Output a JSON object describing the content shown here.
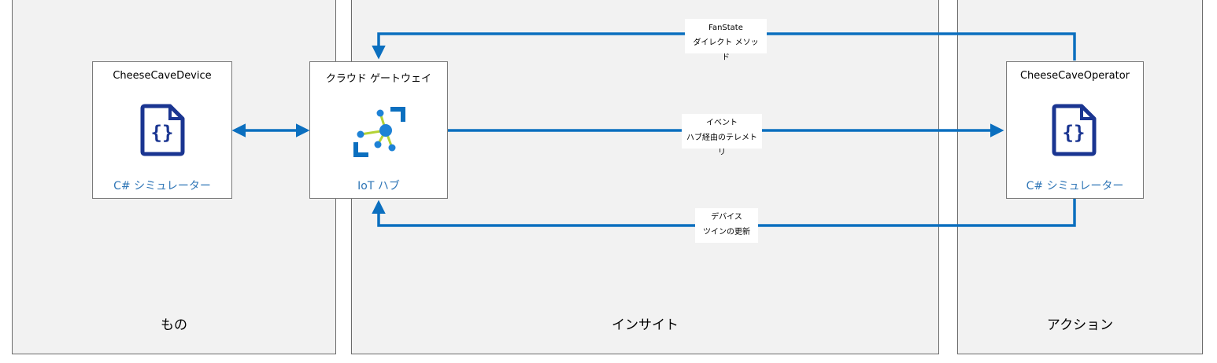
{
  "colors": {
    "arrow": "#0b6fbf",
    "panel_bg": "#f2f2f2",
    "accent_text": "#2e75b6",
    "icon_dark": "#1a3591"
  },
  "panels": {
    "things": {
      "title": "もの"
    },
    "insights": {
      "title": "インサイト"
    },
    "actions": {
      "title": "アクション"
    }
  },
  "cards": {
    "device": {
      "title": "CheeseCaveDevice",
      "subtitle": "C# シミュレーター",
      "icon": "code-file-icon"
    },
    "gateway": {
      "title": "クラウド ゲートウェイ",
      "subtitle": "IoT ハブ",
      "icon": "iot-hub-icon"
    },
    "operator": {
      "title": "CheeseCaveOperator",
      "subtitle": "C# シミュレーター",
      "icon": "code-file-icon"
    }
  },
  "connections": {
    "direct_method": {
      "line1": "FanState",
      "line2": "ダイレクト メソッド"
    },
    "telemetry": {
      "line1": "イベント",
      "line2": "ハブ経由のテレメトリ"
    },
    "twin": {
      "line1": "デバイス",
      "line2": "ツインの更新"
    }
  }
}
